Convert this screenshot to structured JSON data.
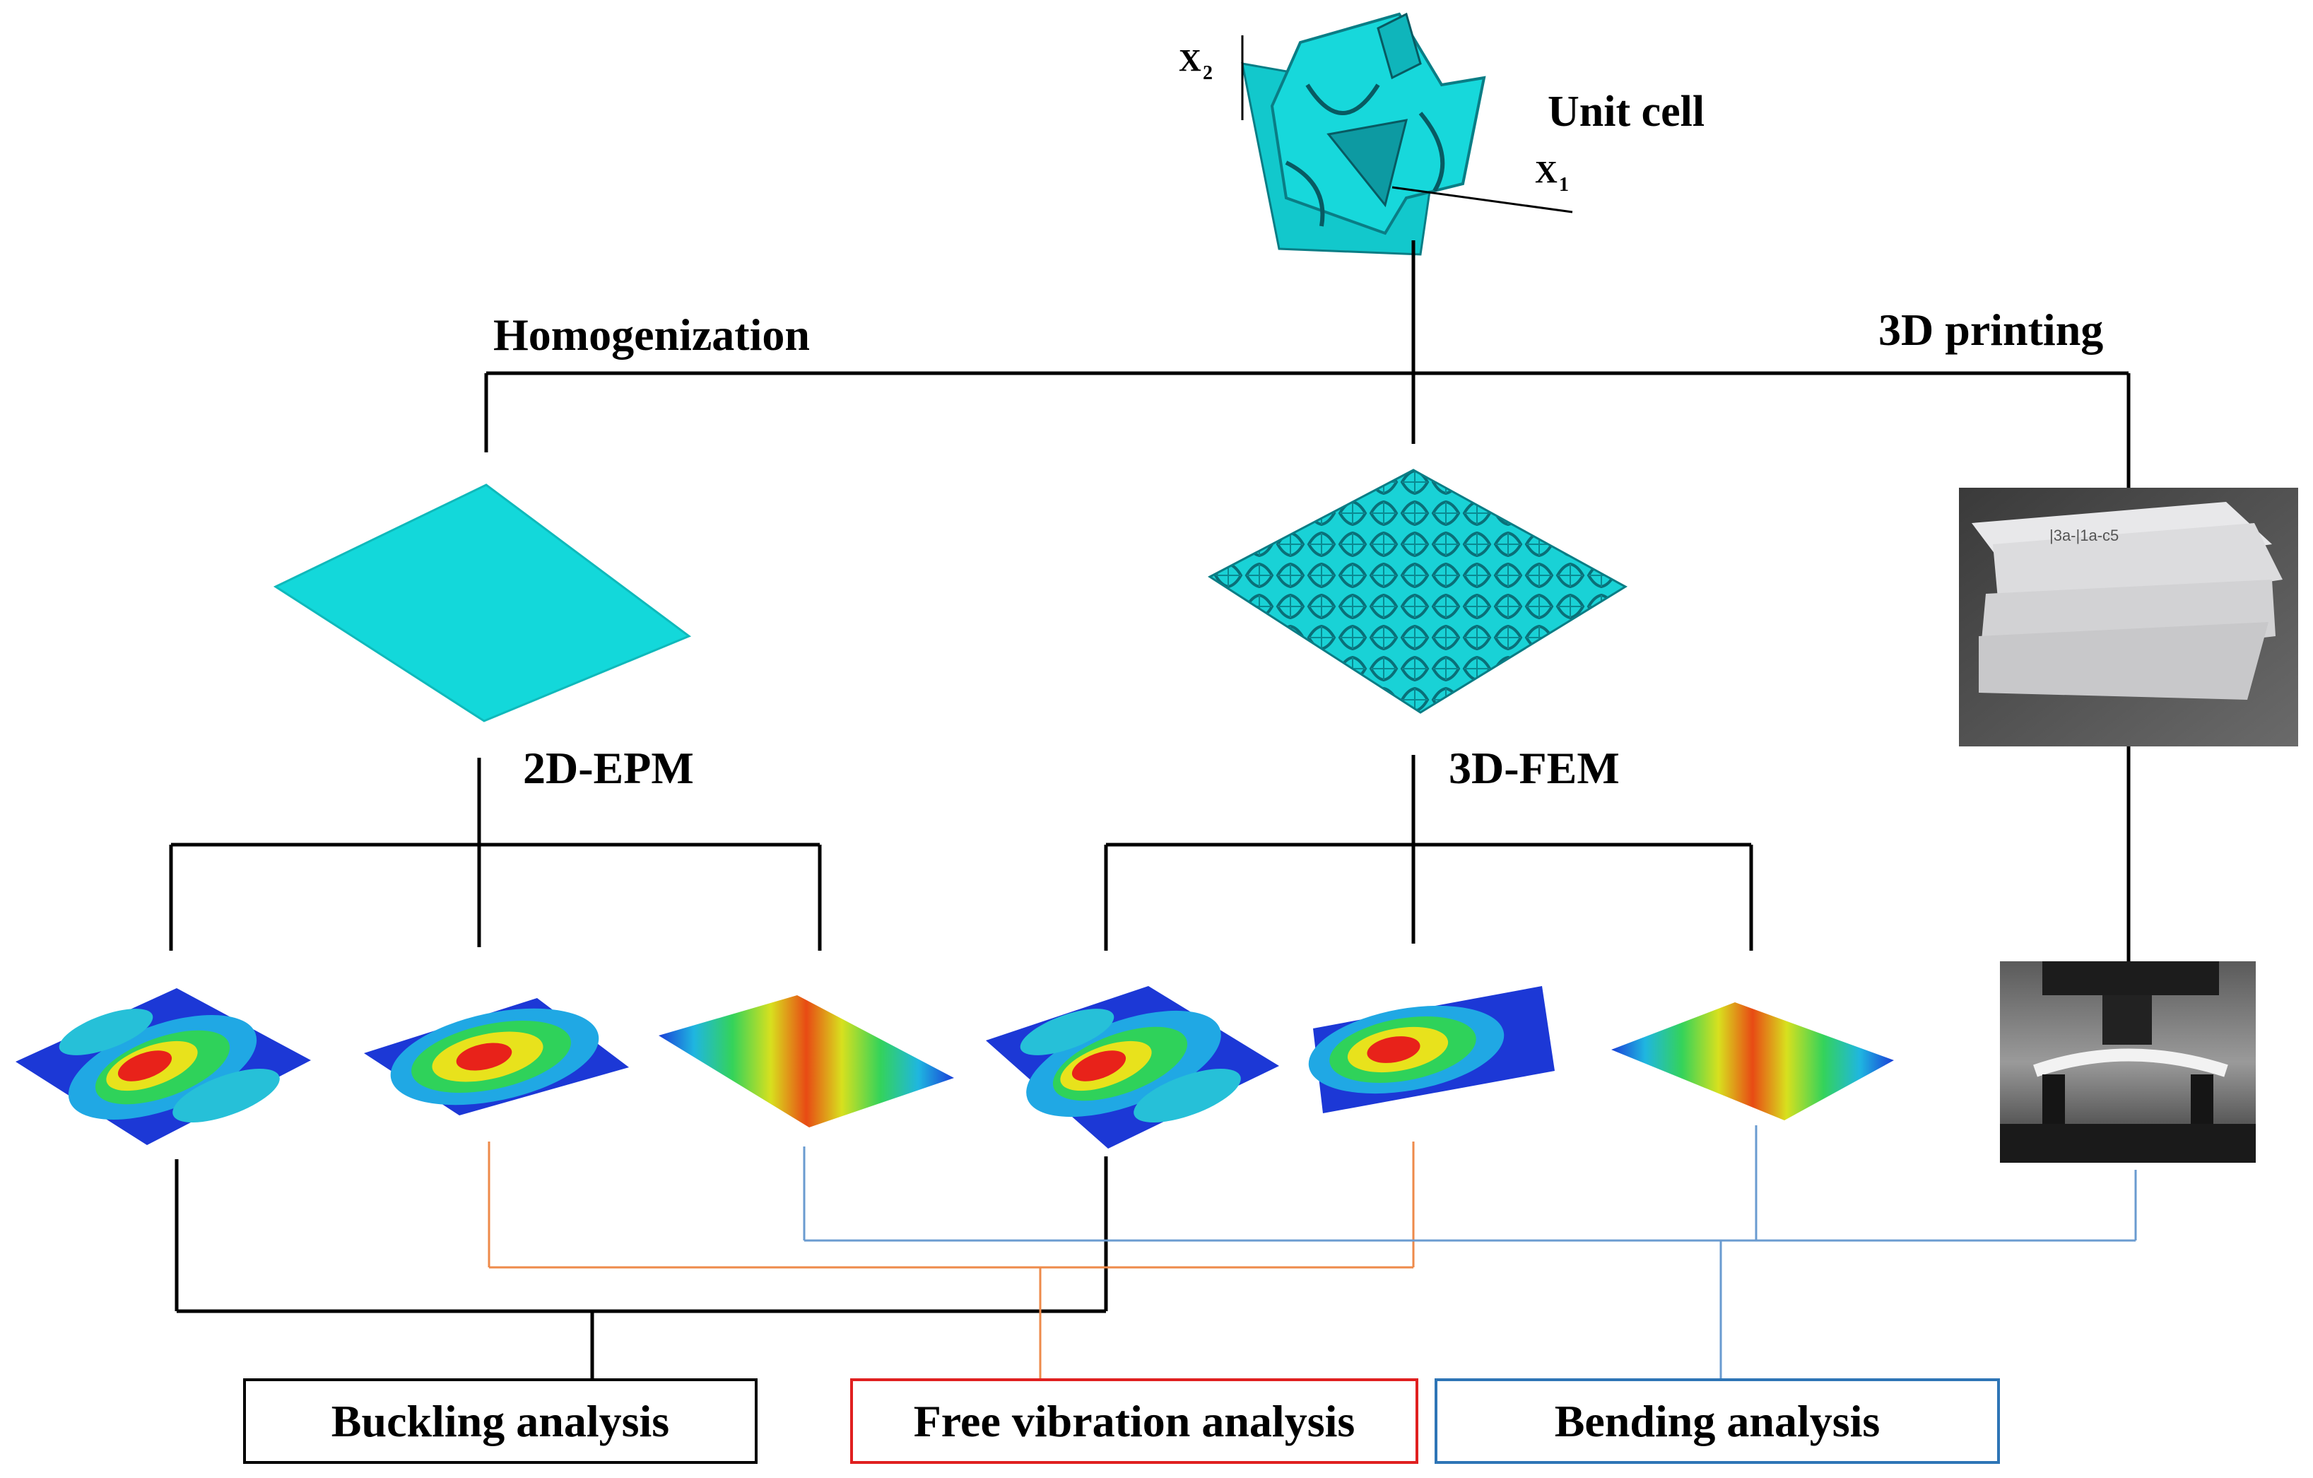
{
  "labels": {
    "unit_cell": "Unit cell",
    "axis_x1": "X",
    "axis_x1_sub": "1",
    "axis_x2": "X",
    "axis_x2_sub": "2",
    "homogenization": "Homogenization",
    "printing": "3D printing",
    "epm": "2D-EPM",
    "fem": "3D-FEM"
  },
  "analyses": {
    "buckling": "Buckling analysis",
    "free_vibration": "Free vibration analysis",
    "bending": "Bending analysis"
  },
  "photo_texts": {
    "specimen_note": "|3a-|1a-c5"
  },
  "colors": {
    "black_line": "#000000",
    "orange_line": "#ee8a4a",
    "blue_line": "#6a9bd0",
    "cyan": "#14d6d8",
    "red_box": "#e02020",
    "blue_box": "#2e75b6"
  }
}
